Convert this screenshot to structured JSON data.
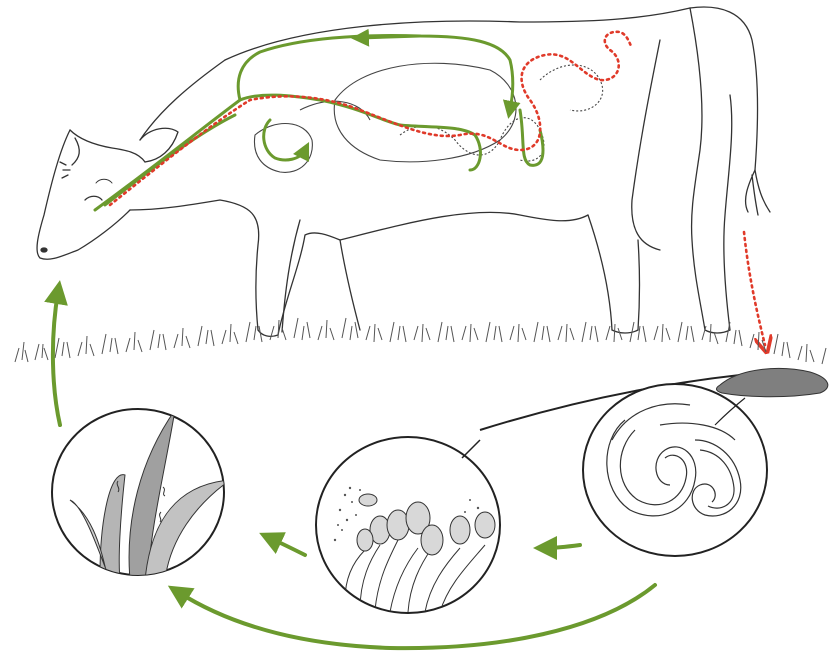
{
  "diagram": {
    "labels": [],
    "colors": {
      "outline": "#333333",
      "green_path": "#6b9a2e",
      "red_path": "#e03a2a",
      "dung": "#7f7f7f",
      "grass": "#555555"
    },
    "parts": [
      {
        "name": "cow",
        "icon": "cow-outline"
      },
      {
        "name": "digestive-tract",
        "icon": "intestine"
      },
      {
        "name": "green-ingestion-path",
        "icon": "arrow-path"
      },
      {
        "name": "red-excretion-path",
        "icon": "dotted-arrow"
      },
      {
        "name": "pasture-grass",
        "icon": "grass"
      },
      {
        "name": "dung-pat",
        "icon": "dung"
      },
      {
        "name": "circle-larvae-on-grass",
        "icon": "grass-blades"
      },
      {
        "name": "circle-fungus-sporangia",
        "icon": "fungus"
      },
      {
        "name": "circle-larvae-in-dung",
        "icon": "coiled-worms"
      }
    ]
  }
}
